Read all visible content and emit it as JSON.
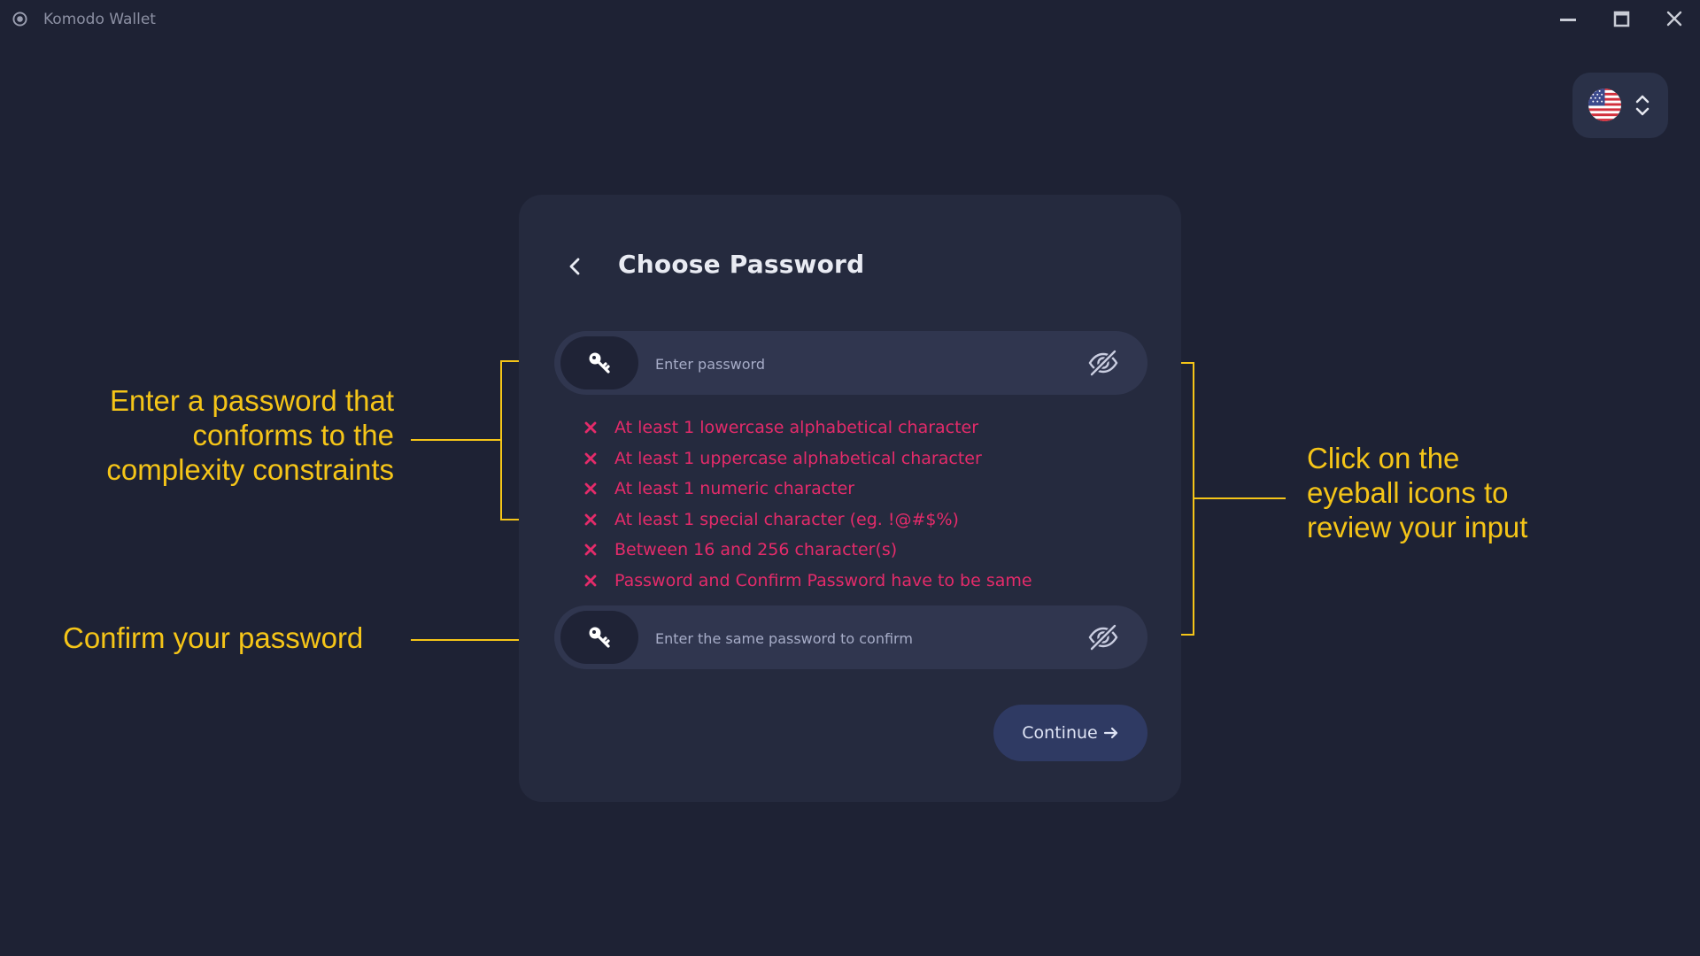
{
  "window": {
    "title": "Komodo Wallet",
    "controls": [
      "minimize",
      "maximize",
      "close"
    ]
  },
  "language_selector": {
    "flag_icon": "us-flag-icon",
    "chevron_icon": "chevron-up-down-icon"
  },
  "card": {
    "title": "Choose Password",
    "password_field": {
      "placeholder": "Enter password",
      "value": "",
      "left_icon": "key-icon",
      "right_icon": "eye-off-icon"
    },
    "requirements": [
      "At least 1 lowercase alphabetical character",
      "At least 1 uppercase alphabetical character",
      "At least 1 numeric character",
      "At least 1 special character (eg. !@#$%)",
      "Between 16 and 256 character(s)",
      "Password and Confirm Password have to be same"
    ],
    "requirement_status_icon": "x-mark-icon",
    "confirm_field": {
      "placeholder": "Enter the same password to confirm",
      "value": "",
      "left_icon": "key-icon",
      "right_icon": "eye-off-icon"
    },
    "continue_label": "Continue"
  },
  "annotations": {
    "password_note": [
      "Enter a password that",
      "conforms to the",
      "complexity constraints"
    ],
    "confirm_note": "Confirm your password",
    "eyeball_note": [
      "Click on the",
      "eyeball icons to",
      "review your input"
    ]
  },
  "colors": {
    "background": "#1e2234",
    "card": "#252a3e",
    "field": "#30364f",
    "error": "#e42b6a",
    "annotation": "#f5c518",
    "button": "#2f3a63"
  }
}
